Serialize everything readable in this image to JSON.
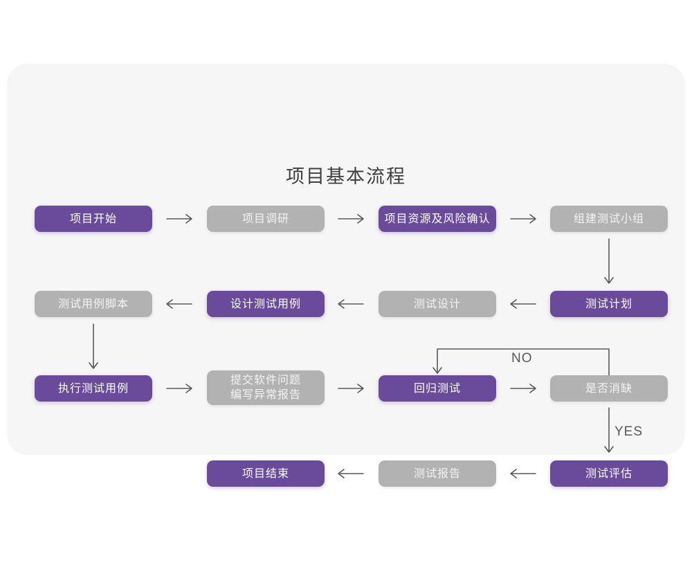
{
  "title": "项目基本流程",
  "nodes": [
    {
      "id": "project-start",
      "label": "项目开始",
      "variant": "primary"
    },
    {
      "id": "project-research",
      "label": "项目调研",
      "variant": "secondary"
    },
    {
      "id": "resource-risk",
      "label": "项目资源及风险确认",
      "variant": "primary"
    },
    {
      "id": "build-test-team",
      "label": "组建测试小组",
      "variant": "secondary"
    },
    {
      "id": "test-plan",
      "label": "测试计划",
      "variant": "primary"
    },
    {
      "id": "test-design",
      "label": "测试设计",
      "variant": "secondary"
    },
    {
      "id": "design-test-cases",
      "label": "设计测试用例",
      "variant": "primary"
    },
    {
      "id": "test-case-script",
      "label": "测试用例脚本",
      "variant": "secondary"
    },
    {
      "id": "run-test-cases",
      "label": "执行测试用例",
      "variant": "primary"
    },
    {
      "id": "submit-issue-report",
      "label": "提交软件问题\n编写异常报告",
      "variant": "secondary"
    },
    {
      "id": "regression-test",
      "label": "回归测试",
      "variant": "primary"
    },
    {
      "id": "defect-cleared",
      "label": "是否消缺",
      "variant": "secondary"
    },
    {
      "id": "test-evaluation",
      "label": "测试评估",
      "variant": "primary"
    },
    {
      "id": "test-report",
      "label": "测试报告",
      "variant": "secondary"
    },
    {
      "id": "project-end",
      "label": "项目结束",
      "variant": "primary"
    }
  ],
  "edge_labels": {
    "no": "NO",
    "yes": "YES"
  },
  "colors": {
    "primary": "#6a4b9b",
    "secondary": "#b2b2b2",
    "arrow": "#58585a",
    "card_bg": "#f6f6f6",
    "page_bg": "#ffffff"
  }
}
